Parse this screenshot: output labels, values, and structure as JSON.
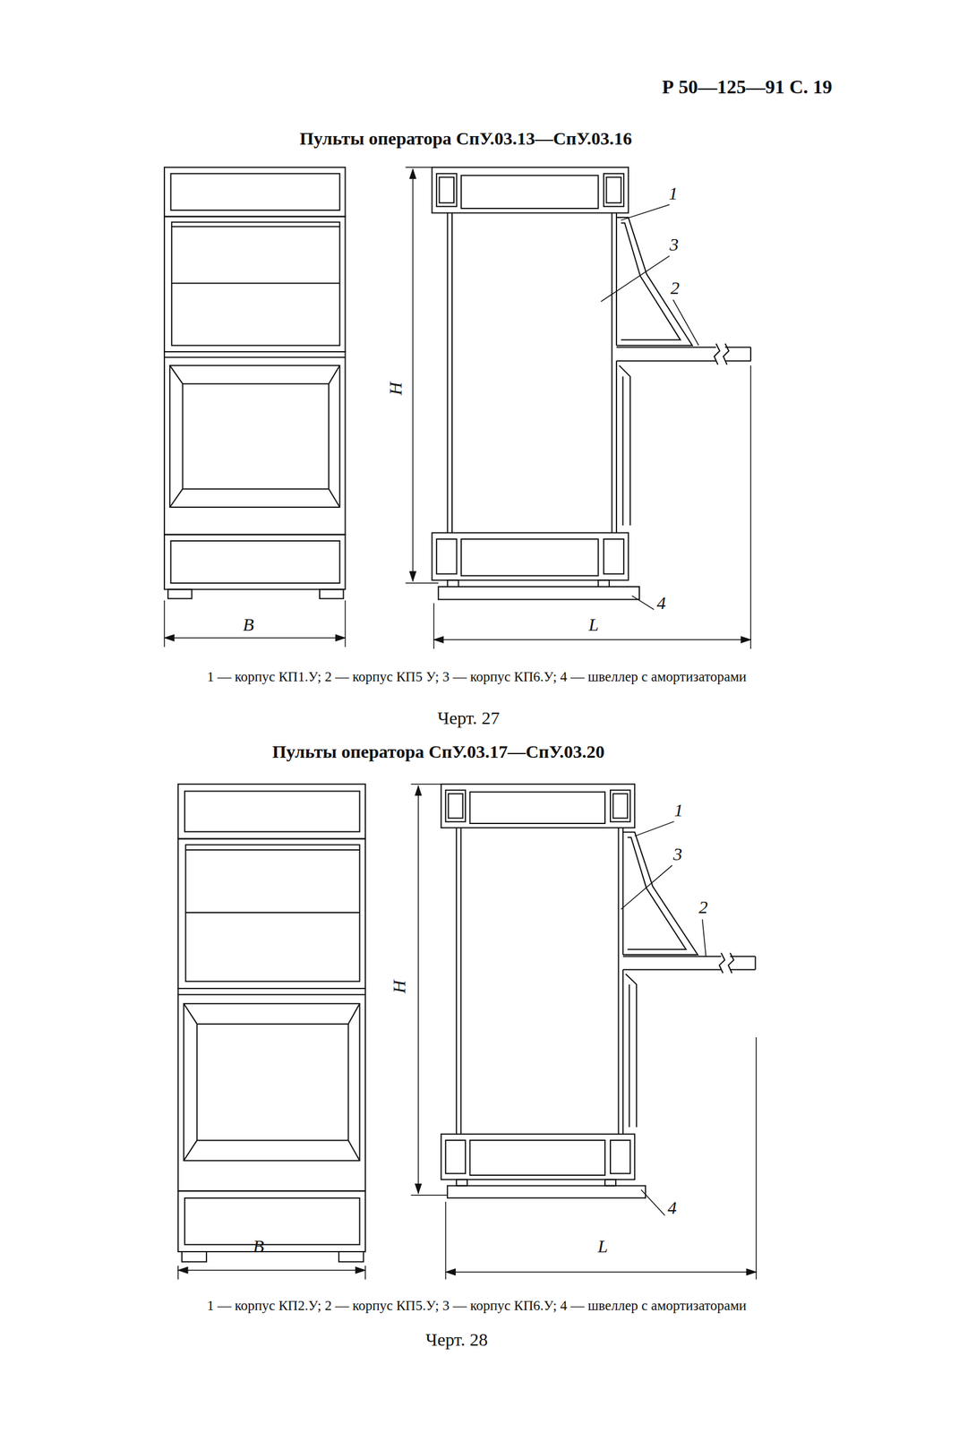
{
  "diagram": {
    "labels": [
      "Р 50—125—91 С. 19",
      "Пульты оператора СпУ.03.13—СпУ.03.16",
      "1",
      "3",
      "2",
      "H",
      "4",
      "B",
      "L",
      "1 — корпус КП1.У; 2 — корпус КП5 У; 3 — корпус КП6.У; 4 — швеллер с амортизаторами",
      "Черт. 27",
      "Пульты оператора СпУ.03.17—СпУ.03.20",
      "1",
      "3",
      "2",
      "H",
      "4",
      "B",
      "L",
      "1 — корпус КП2.У; 2 — корпус КП5.У; 3 — корпус КП6.У; 4 — швеллер с амортизаторами",
      "Черт. 28"
    ]
  }
}
